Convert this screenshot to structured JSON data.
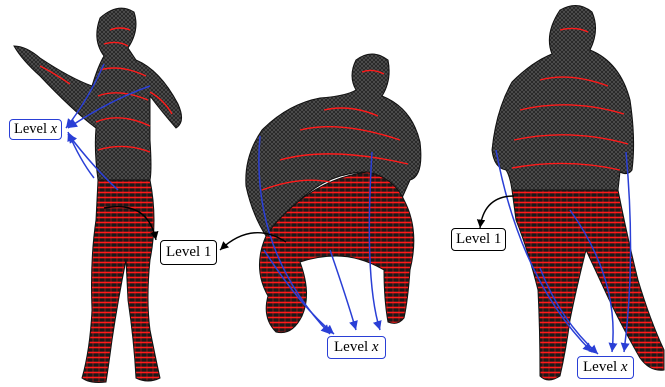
{
  "labels": {
    "level_x_text": "Level ",
    "level_x_var": "x",
    "level_1": "Level 1"
  },
  "colors": {
    "mesh": "#1b1b1b",
    "contour": "#ff1a1a",
    "arrow_blue": "#2a3fd6",
    "arrow_black": "#000000"
  }
}
